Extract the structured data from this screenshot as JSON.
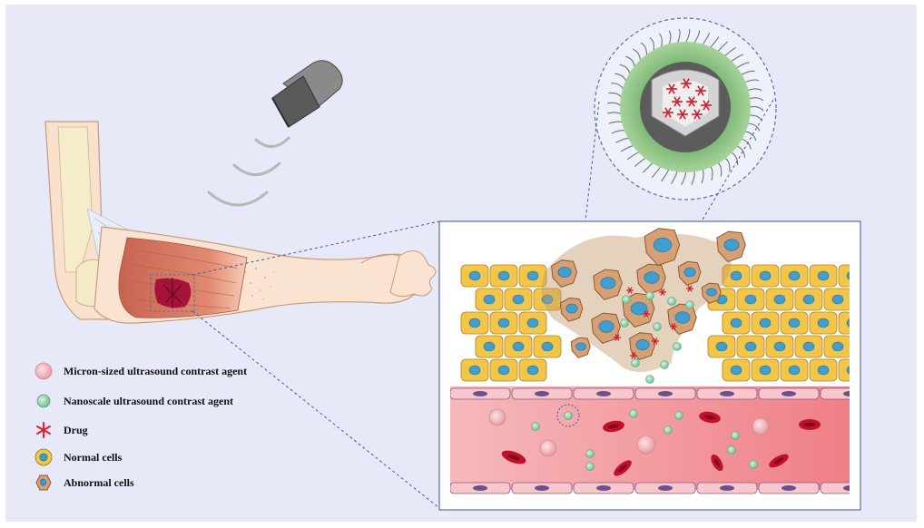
{
  "legend": {
    "items": [
      {
        "key": "micron",
        "label": "Micron-sized ultrasound contrast agent",
        "color": "#f2a6ad"
      },
      {
        "key": "nano",
        "label": "Nanoscale  ultrasound contrast agent",
        "color": "#8fd1ad"
      },
      {
        "key": "drug",
        "label": "Drug",
        "color": "#e0202e"
      },
      {
        "key": "normal",
        "label": "Normal cells",
        "color": "#f3c64a"
      },
      {
        "key": "abnormal",
        "label": "Abnormal cells",
        "color": "#d6a074"
      }
    ]
  },
  "colors": {
    "background": "#e7e9f8",
    "skin": "#f8ddca",
    "muscle": "#d9806a",
    "lesion": "#a5123a",
    "transducer": "#6e6e6e",
    "normal_cell": "#f3c64a",
    "nucleus": "#3f9fd0",
    "abnormal_cell": "#d6a074",
    "vessel": "#f4a3a8",
    "red_blood_cell": "#c0102a",
    "nano_shell": "#8fc489",
    "drug": "#e0202e"
  },
  "icons": [
    "ultrasound-transducer-icon",
    "ultrasound-wave-icon",
    "nanoparticle-icon"
  ]
}
